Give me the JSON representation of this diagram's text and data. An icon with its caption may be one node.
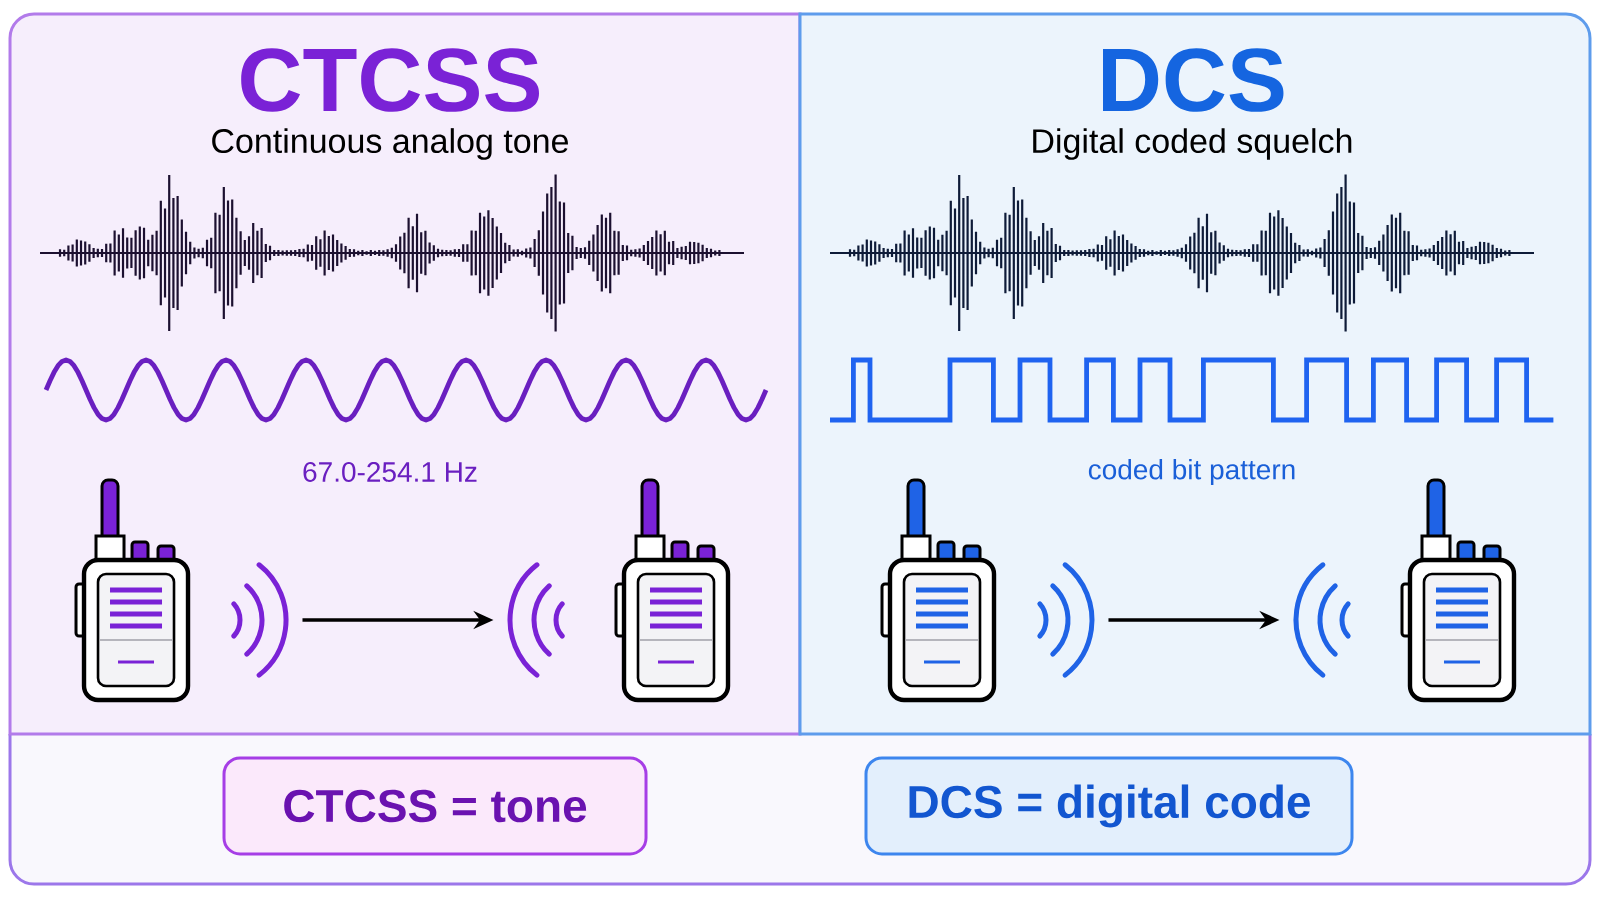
{
  "diagram": {
    "nodes": [
      {
        "text": [
          "CTCSS",
          "Continuous analog tone",
          "67.0-254.1 Hz"
        ]
      },
      {
        "text": [],
        "shape": "picture",
        "in": 0
      },
      {
        "text": [],
        "shape": "picture",
        "in": 0
      },
      {
        "text": [
          "DCS",
          "Digital coded squelch",
          "coded bit pattern"
        ]
      },
      {
        "text": [],
        "shape": "picture",
        "in": 3
      },
      {
        "text": [],
        "shape": "picture",
        "in": 3
      },
      {
        "text": [
          "CTCSS = tone"
        ]
      },
      {
        "text": [
          "DCS = digital code"
        ]
      }
    ],
    "edges": [
      {
        "from": 1,
        "to": 2,
        "arrow": "to"
      },
      {
        "from": 4,
        "to": 5,
        "arrow": "to"
      }
    ]
  }
}
